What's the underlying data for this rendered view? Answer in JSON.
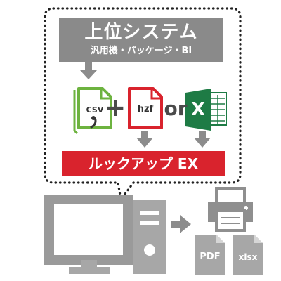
{
  "upper_system": {
    "title": "上位システム",
    "subtitle": "汎用機・パッケージ・BI"
  },
  "inputs": {
    "csv_label": "CSV",
    "hzf_label": "hzf",
    "excel_letter": "X",
    "plus_symbol": "+",
    "or_word": "or"
  },
  "product": {
    "name": "ルックアップ EX"
  },
  "outputs": {
    "pdf_label": "PDF",
    "xlsx_label": "xlsx"
  },
  "colors": {
    "gray_box": "#8a8a8a",
    "arrow_gray": "#8c8c8c",
    "csv_green": "#6db33f",
    "hzf_red": "#d9232d",
    "excel_green": "#1e7b45",
    "product_red": "#d9232d",
    "device_gray": "#a7a7a7",
    "device_dark": "#8f8f8f"
  }
}
